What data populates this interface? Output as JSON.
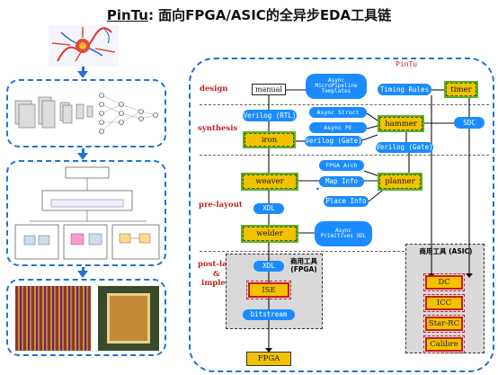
{
  "title": {
    "prefix": "PinTu",
    "rest": ": 面向FPGA/ASIC的全异步EDA工具链"
  },
  "diagram": {
    "frame_label": "PinTu",
    "stages": {
      "design": "design",
      "synthesis": "synthesis",
      "pre_layout": "pre-layout",
      "post_layout": "post-layout",
      "amp": "&",
      "implement": "implement"
    },
    "nodes": {
      "manual": "manual",
      "async_templates": "Async MicroPipeline Templates",
      "timing_rules": "Timing Rules",
      "timer": "timer",
      "verilog_rtl": "Verilog (RTL)",
      "async_struct": "Async Struct",
      "async_pe": "Async PE",
      "hammer": "hammer",
      "iron": "iron",
      "verilog_gate_1": "Verilog (Gate)",
      "verilog_gate_2": "Verilog (Gate)",
      "sdc": "SDC",
      "fpga_arch": "FPGA Arch",
      "weaver": "weaver",
      "map_info": "Map Info",
      "planner": "planner",
      "place_info": "Place Info",
      "xdl_1": "XDL",
      "async_primitives": "Async Primitives XDL",
      "welder": "welder",
      "xdl_2": "XDL",
      "ise": "ISE",
      "bitstream": "bitstream",
      "fpga": "FPGA",
      "dc": "DC",
      "icc": "ICC",
      "star_rc": "Star-RC",
      "calibre": "Calibre"
    },
    "fpga_tools_label": "商用工具 (FPGA)",
    "asic_tools_label": "商用工具 (ASIC)"
  },
  "colors": {
    "accent_blue": "#1a8cff",
    "tool_yellow": "#f2c200",
    "stage_red": "#c21f1f",
    "dash_blue": "#1e73d8"
  }
}
